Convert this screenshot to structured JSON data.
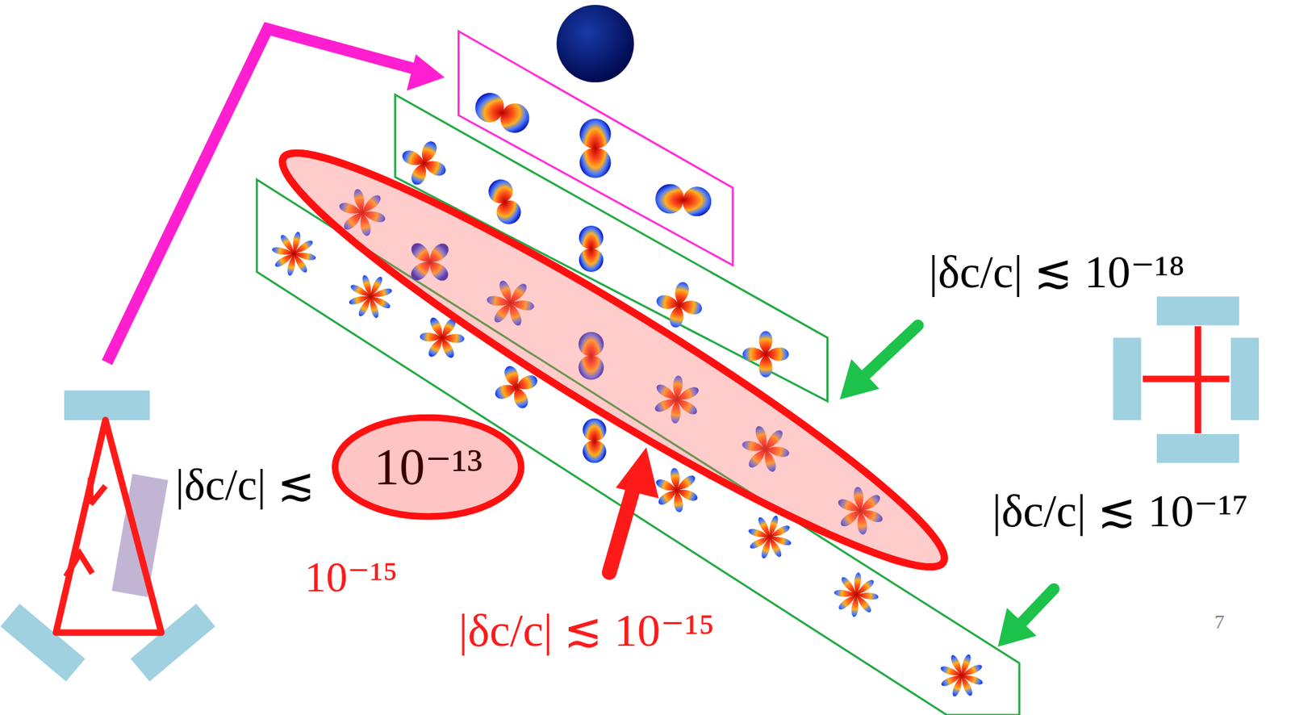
{
  "diagram": {
    "nodes": [
      {
        "text": [
          "10⁻¹³"
        ]
      }
    ],
    "labels": [
      "|δc/c| ≲",
      "10⁻¹⁵",
      "|δc/c| ≲ 10⁻¹⁵",
      "|δc/c| ≲ 10⁻¹⁸",
      "|δc/c| ≲ 10⁻¹⁷",
      "7"
    ]
  }
}
